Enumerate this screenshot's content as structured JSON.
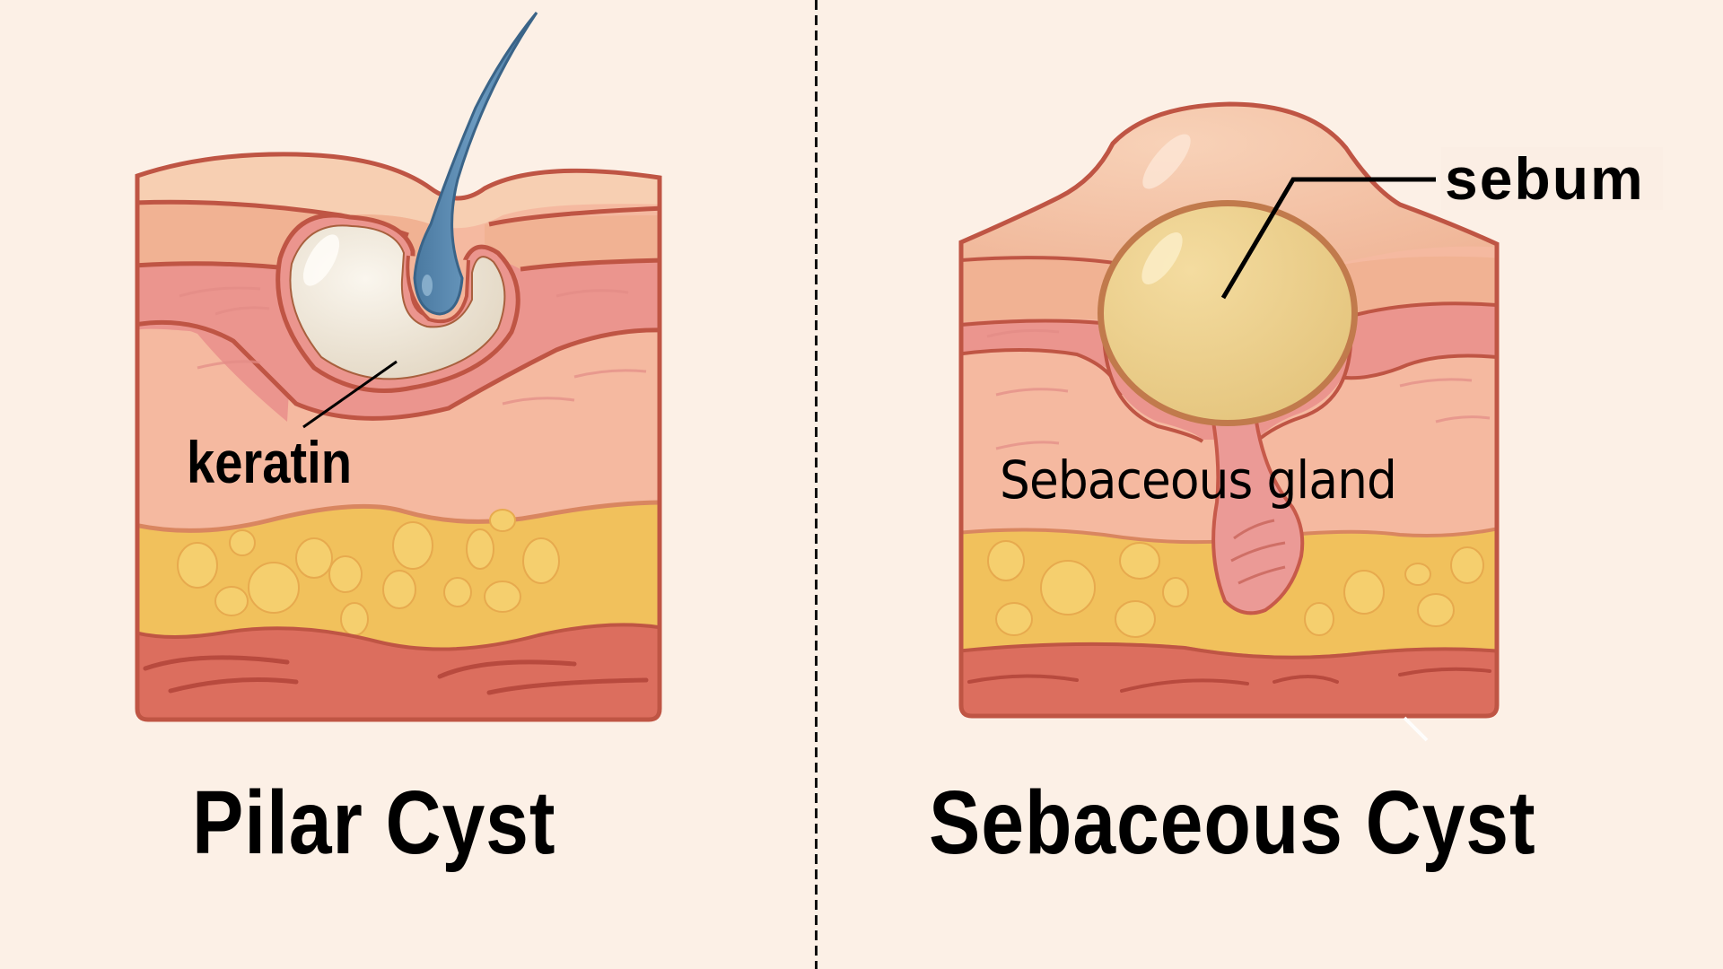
{
  "diagram": {
    "left_panel": {
      "title": "Pilar Cyst",
      "labels": {
        "keratin": "keratin"
      },
      "structures": [
        "hair shaft",
        "keratin-filled cyst",
        "epidermis",
        "dermis",
        "subcutaneous fat",
        "muscle layer"
      ]
    },
    "right_panel": {
      "title": "Sebaceous Cyst",
      "labels": {
        "sebum": "sebum",
        "gland": "Sebaceous gland"
      },
      "structures": [
        "dome bulge",
        "sebum-filled sac",
        "sebaceous gland duct",
        "epidermis",
        "dermis",
        "subcutaneous fat",
        "muscle layer"
      ]
    },
    "divider": "dashed-vertical-line"
  },
  "colors": {
    "background": "#fcf0e6",
    "epidermis": "#f4bfa0",
    "epidermis_light": "#f7cfb2",
    "dermis_pink": "#eb958e",
    "dermis": "#f5b9a0",
    "fat": "#f1c15c",
    "fat_cell": "#f5cf6e",
    "muscle": "#dc6e5e",
    "outline": "#bf5544",
    "hair": "#5082a8",
    "keratin": "#ece3d4",
    "sebum": "#ecd08e",
    "gland": "#eb9a96",
    "text": "#000000"
  }
}
